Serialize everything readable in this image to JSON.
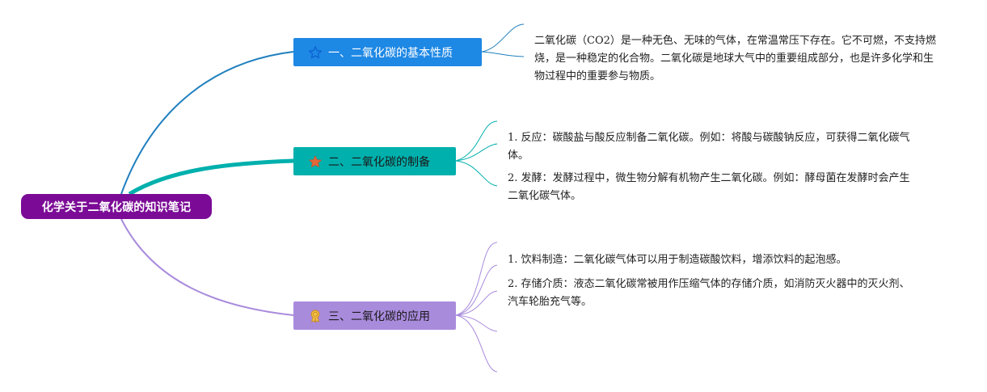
{
  "root": {
    "label": "化学关于二氧化碳的知识笔记",
    "color": "#7b0b96"
  },
  "branches": [
    {
      "label": "一、二氧化碳的基本性质",
      "icon": "star-outline-icon",
      "color": "#1e88e5",
      "details": [
        "二氧化碳（CO2）是一种无色、无味的气体，在常温常压下存在。它不可燃，不支持燃烧，是一种稳定的化合物。二氧化碳是地球大气中的重要组成部分，也是许多化学和生物过程中的重要参与物质。"
      ]
    },
    {
      "label": "二、二氧化碳的制备",
      "icon": "star-filled-icon",
      "color": "#00b0ad",
      "details": [
        "1. 反应：碳酸盐与酸反应制备二氧化碳。例如：将酸与碳酸钠反应，可获得二氧化碳气体。",
        "2. 发酵：发酵过程中，微生物分解有机物产生二氧化碳。例如：酵母菌在发酵时会产生二氧化碳气体。"
      ]
    },
    {
      "label": "三、二氧化碳的应用",
      "icon": "award-badge-icon",
      "color": "#a98bdc",
      "details": [
        "1. 饮料制造：二氧化碳气体可以用于制造碳酸饮料，增添饮料的起泡感。",
        "2. 存储介质：液态二氧化碳常被用作压缩气体的存储介质，如消防灭火器中的灭火剂、汽车轮胎充气等。"
      ]
    }
  ]
}
